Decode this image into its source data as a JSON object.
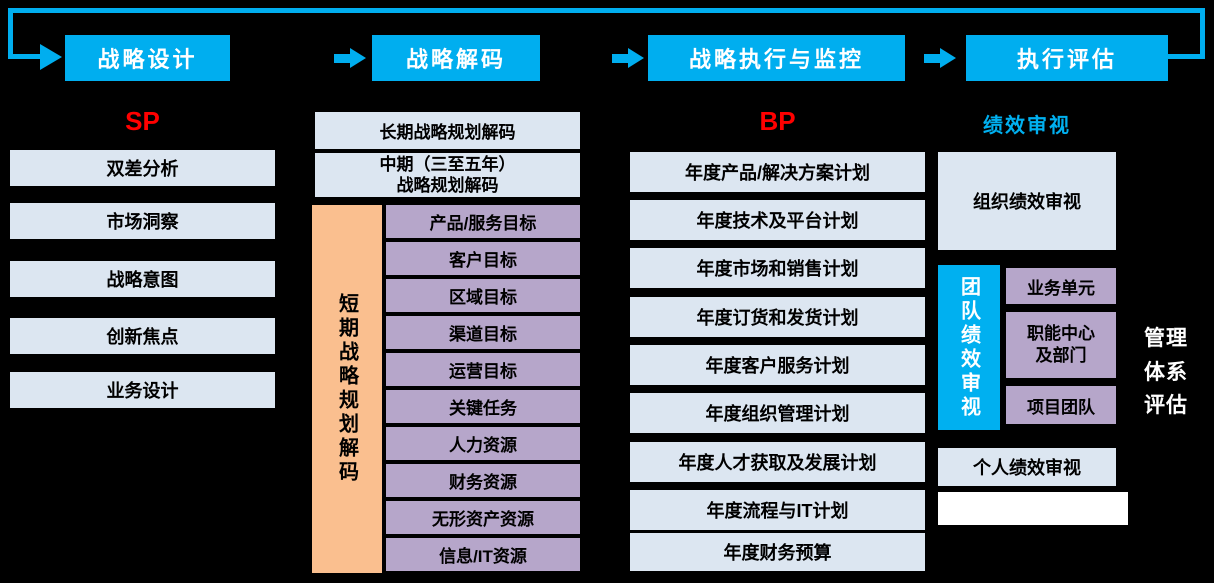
{
  "header": {
    "steps": [
      {
        "label": "战略设计"
      },
      {
        "label": "战略解码"
      },
      {
        "label": "战略执行与监控"
      },
      {
        "label": "执行评估"
      }
    ]
  },
  "col_sp": {
    "title": "SP",
    "items": [
      "双差分析",
      "市场洞察",
      "战略意图",
      "创新焦点",
      "业务设计"
    ]
  },
  "col_decode": {
    "long_term": "长期战略规划解码",
    "mid_term": "中期（三至五年）战略规划解码",
    "short_term_vertical": "短期战略规划解码",
    "targets": [
      "产品/服务目标",
      "客户目标",
      "区域目标",
      "渠道目标",
      "运营目标",
      "关键任务",
      "人力资源",
      "财务资源",
      "无形资产资源",
      "信息/IT资源"
    ]
  },
  "col_bp": {
    "title": "BP",
    "plans": [
      "年度产品/解决方案计划",
      "年度技术及平台计划",
      "年度市场和销售计划",
      "年度订货和发货计划",
      "年度客户服务计划",
      "年度组织管理计划",
      "年度人才获取及发展计划",
      "年度流程与IT计划",
      "年度财务预算"
    ]
  },
  "col_review": {
    "title": "绩效审视",
    "org": "组织绩效审视",
    "team_vertical": "团队绩效审视",
    "team_items": [
      "业务单元",
      "职能中心及部门",
      "项目团队"
    ],
    "personal": "个人绩效审视",
    "system_eval": "管理体系评估"
  },
  "colors": {
    "background": "#000000",
    "header_blue": "#00aeef",
    "light_box": "#dce6f1",
    "purple_box": "#b6a6ca",
    "orange_box": "#fabf8f",
    "cyan_box": "#00b0f0",
    "red_title": "#ff0000",
    "white_text": "#ffffff"
  }
}
